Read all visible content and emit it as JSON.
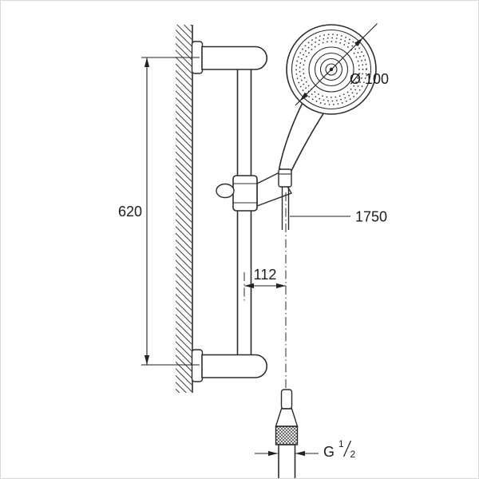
{
  "drawing": {
    "background": "#ffffff",
    "line_color": "#2b2b2b",
    "dims": {
      "rail_height": "620",
      "head_diameter": "Ø 100",
      "hose_length": "1750",
      "rail_to_hose_offset": "112",
      "thread_prefix": "G",
      "thread_numerator": "1",
      "thread_denominator": "2"
    }
  }
}
